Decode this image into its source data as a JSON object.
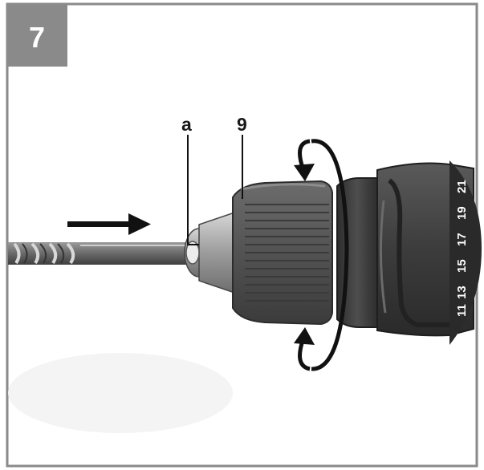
{
  "figure": {
    "number": "7",
    "callouts": {
      "a": "a",
      "nine": "9"
    },
    "torque_scale": [
      "11",
      "13",
      "15",
      "17",
      "19",
      "21"
    ]
  },
  "colors": {
    "frame": "#8a8a8a",
    "badge": "#8a8a8a",
    "tool_body": "#3a3a3a",
    "collar": "#575757",
    "bit": "#6a6a6a",
    "arrow": "#111111"
  },
  "icons": [
    "push-direction-arrow-icon",
    "rotate-arrow-top-icon",
    "rotate-arrow-bottom-icon"
  ]
}
